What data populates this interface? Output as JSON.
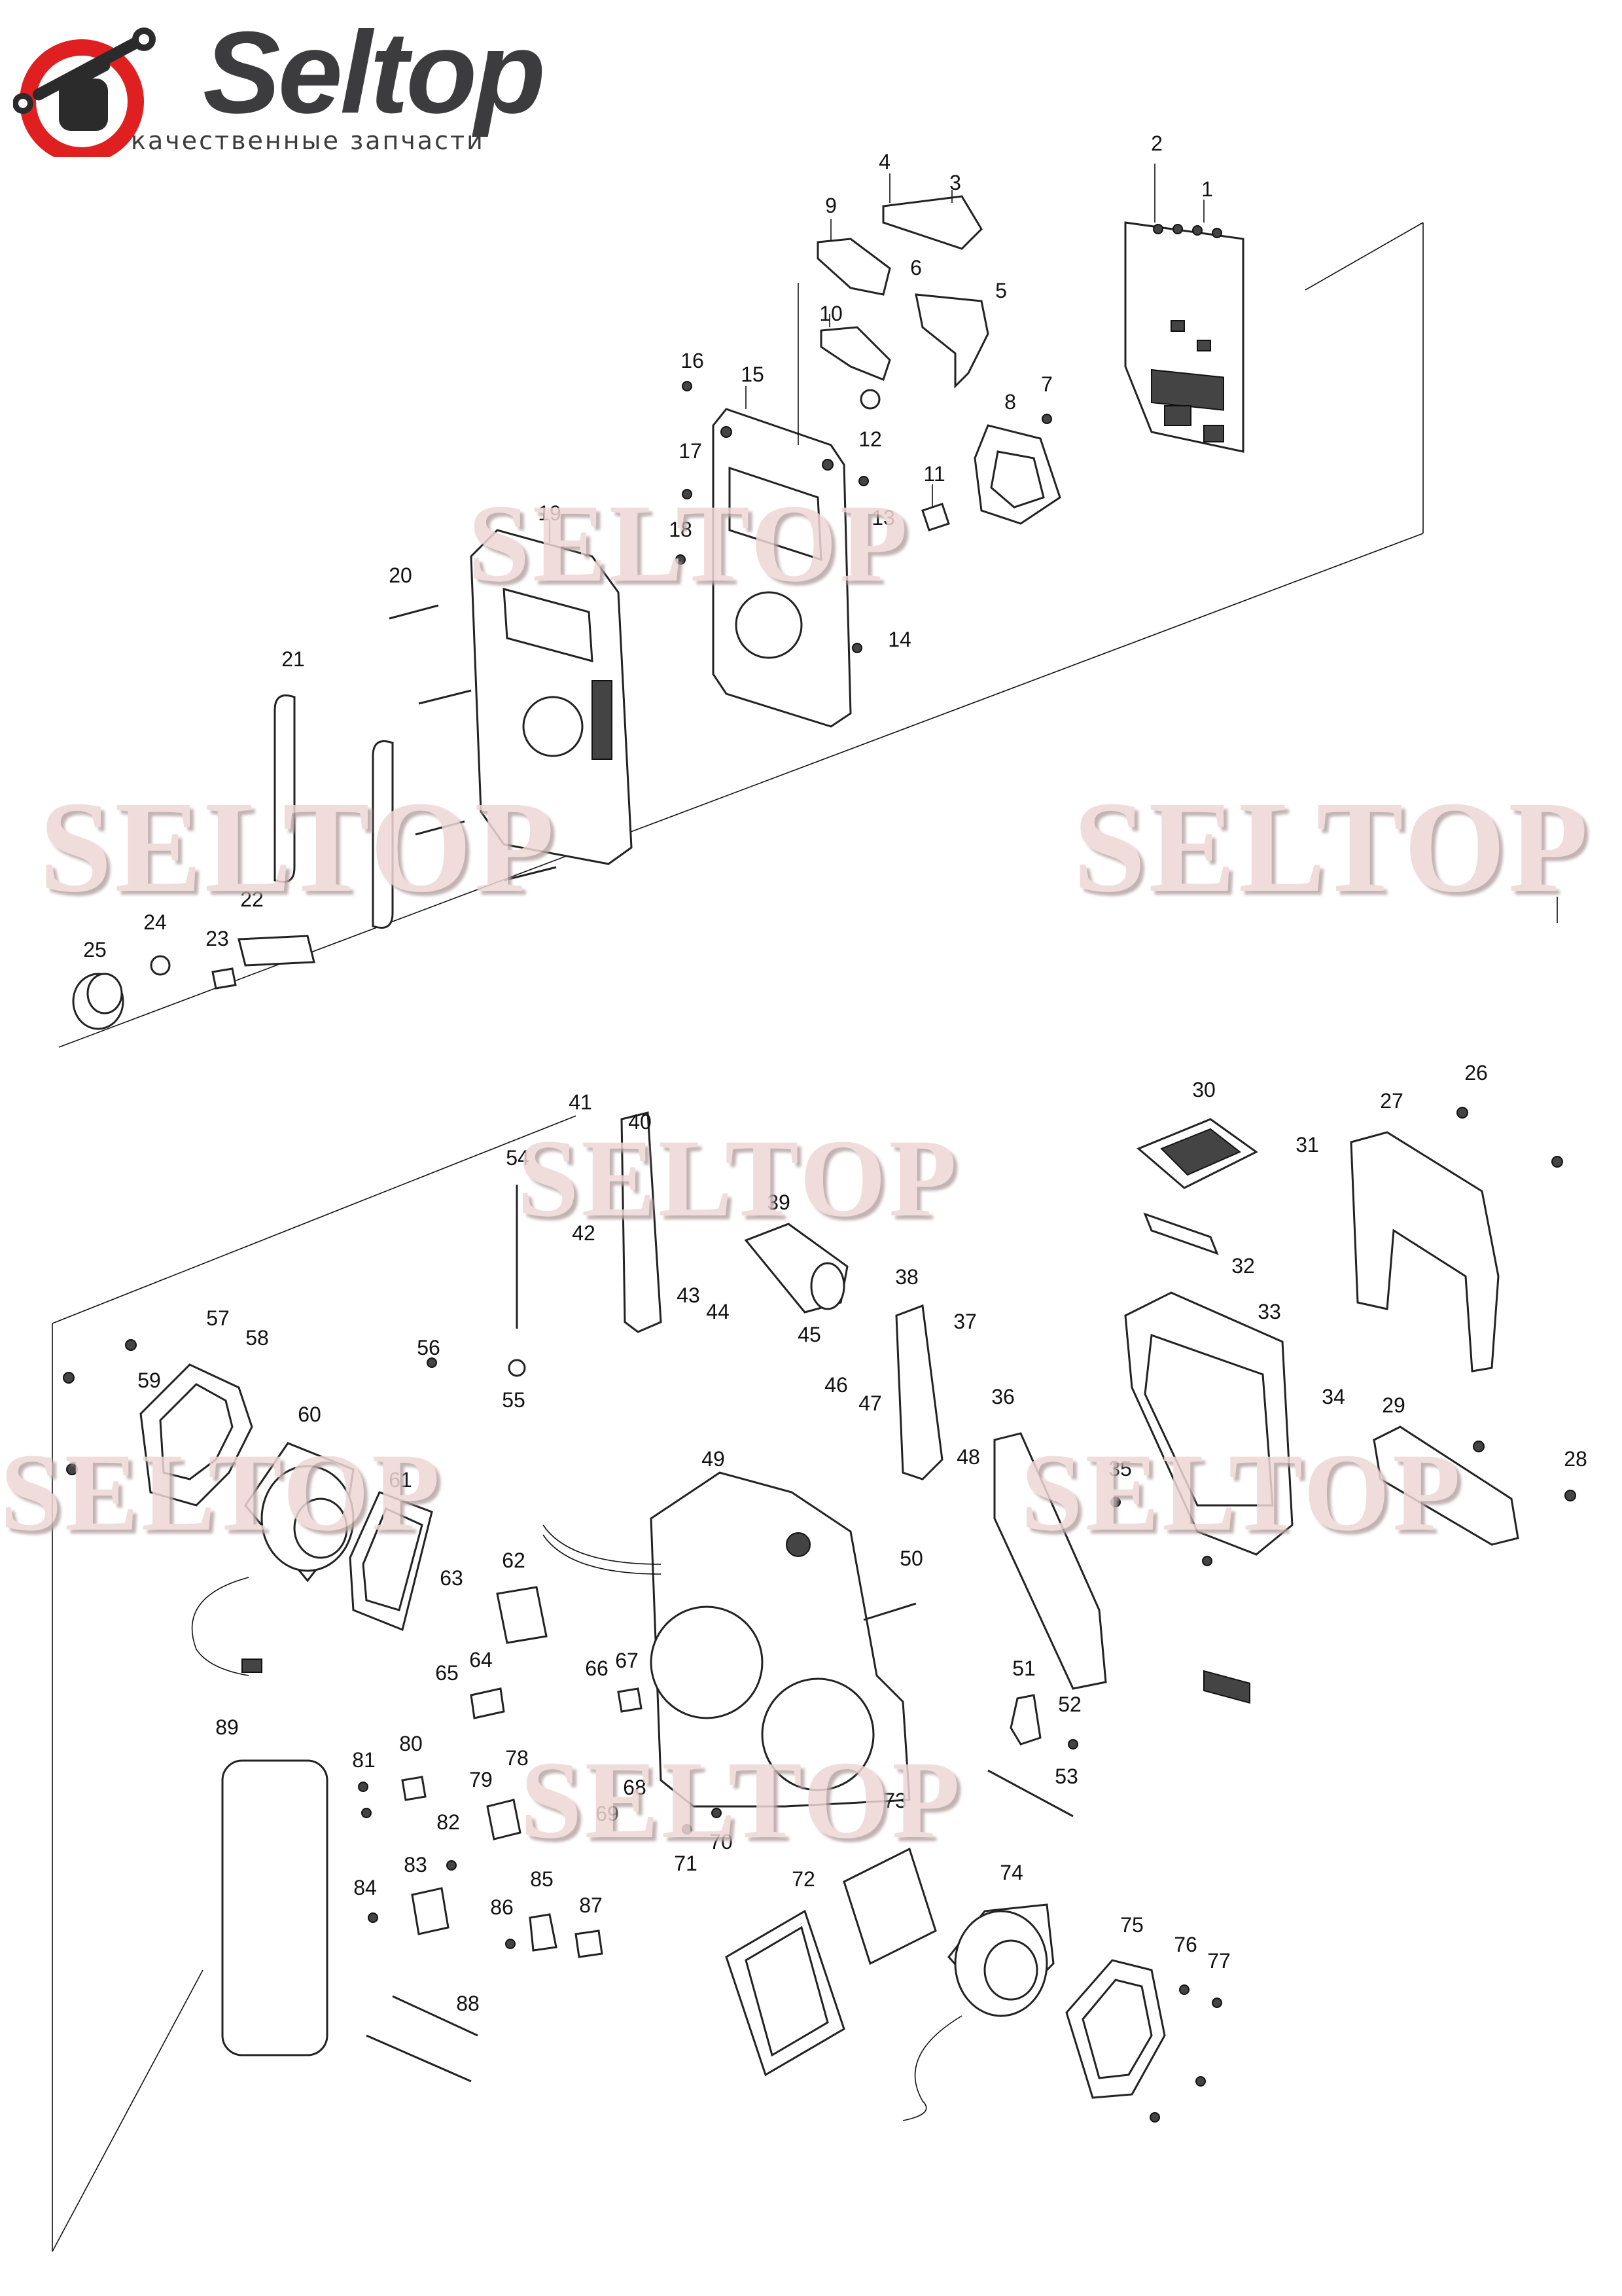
{
  "brand": {
    "name": "Seltop",
    "tagline": "качественные запчасти",
    "logo_color": "#e02020"
  },
  "watermarks": [
    "SELTOP",
    "SELTOP",
    "SELTOP",
    "SELTOP",
    "SELTOP",
    "SELTOP",
    "SELTOP"
  ],
  "parts": [
    "1",
    "2",
    "3",
    "4",
    "5",
    "6",
    "7",
    "8",
    "9",
    "10",
    "11",
    "12",
    "13",
    "14",
    "15",
    "16",
    "17",
    "18",
    "19",
    "20",
    "21",
    "22",
    "23",
    "24",
    "25",
    "26",
    "27",
    "28",
    "29",
    "30",
    "31",
    "32",
    "33",
    "34",
    "35",
    "36",
    "37",
    "38",
    "39",
    "40",
    "41",
    "42",
    "43",
    "44",
    "45",
    "46",
    "47",
    "48",
    "49",
    "50",
    "51",
    "52",
    "53",
    "54",
    "55",
    "56",
    "57",
    "58",
    "59",
    "60",
    "61",
    "62",
    "63",
    "64",
    "65",
    "66",
    "67",
    "68",
    "69",
    "70",
    "71",
    "72",
    "73",
    "74",
    "75",
    "76",
    "77",
    "78",
    "79",
    "80",
    "81",
    "82",
    "83",
    "84",
    "85",
    "86",
    "87",
    "88",
    "89"
  ]
}
